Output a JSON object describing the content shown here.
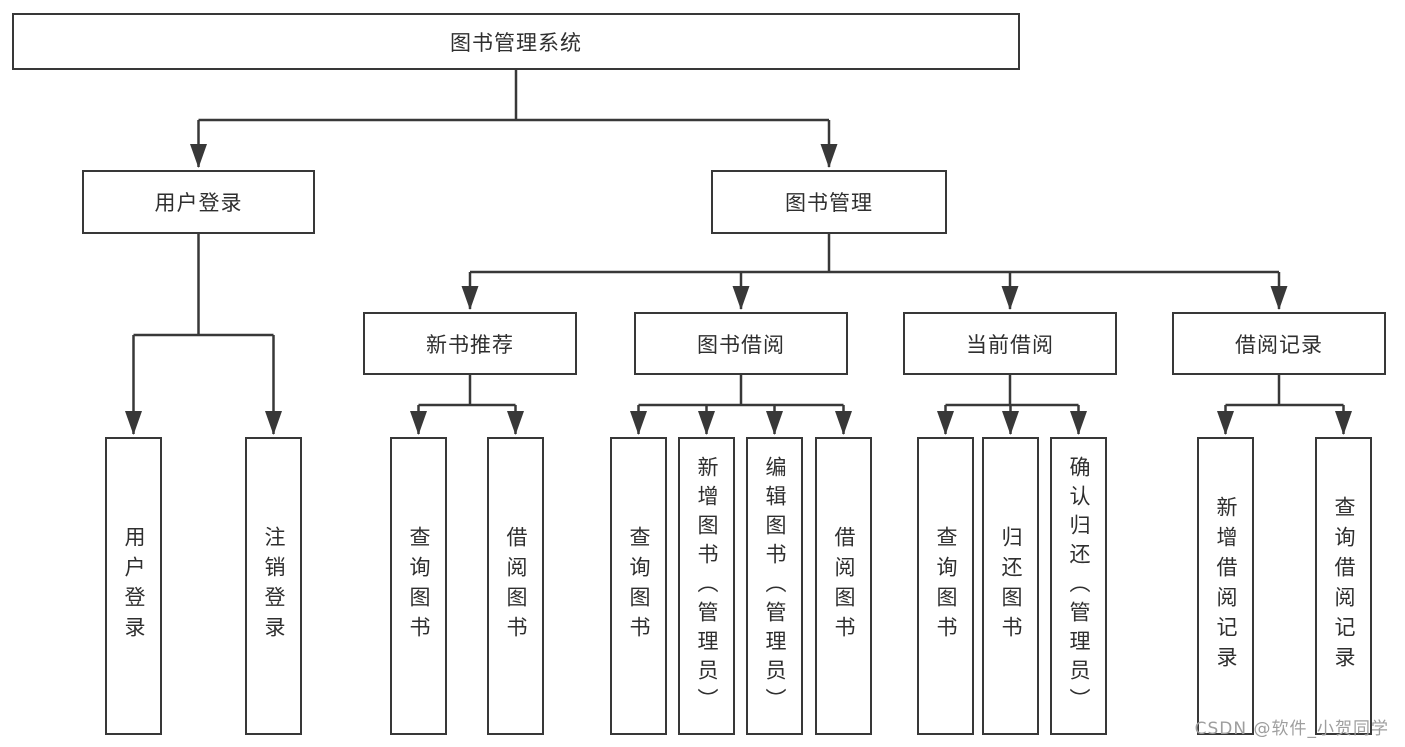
{
  "diagram": {
    "type": "hierarchy-tree",
    "colors": {
      "line": "#383838",
      "box_border": "#383838",
      "text": "#2f2f2f",
      "background": "#ffffff",
      "watermark": "#9e9e9e"
    },
    "watermark": "CSDN @软件_小贺同学",
    "nodes": {
      "root": {
        "label": "图书管理系统"
      },
      "user_login": {
        "label": "用户登录"
      },
      "book_mgmt": {
        "label": "图书管理"
      },
      "new_book_rec": {
        "label": "新书推荐"
      },
      "book_borrow": {
        "label": "图书借阅"
      },
      "current_borrow": {
        "label": "当前借阅"
      },
      "borrow_record": {
        "label": "借阅记录"
      },
      "leaf_user_login": {
        "label": "用户登录"
      },
      "leaf_logout": {
        "label": "注销登录"
      },
      "rec_query_book": {
        "label": "查询图书"
      },
      "rec_borrow_book": {
        "label": "借阅图书"
      },
      "bb_query_book": {
        "label": "查询图书"
      },
      "bb_add_book": {
        "label": "新增图书（管理员）"
      },
      "bb_edit_book": {
        "label": "编辑图书（管理员）"
      },
      "bb_borrow_book": {
        "label": "借阅图书"
      },
      "cb_query_book": {
        "label": "查询图书"
      },
      "cb_return_book": {
        "label": "归还图书"
      },
      "cb_confirm_return": {
        "label": "确认归还（管理员）"
      },
      "br_add_record": {
        "label": "新增借阅记录"
      },
      "br_query_record": {
        "label": "查询借阅记录"
      }
    },
    "edges": [
      [
        "root",
        "user_login"
      ],
      [
        "root",
        "book_mgmt"
      ],
      [
        "user_login",
        "leaf_user_login"
      ],
      [
        "user_login",
        "leaf_logout"
      ],
      [
        "book_mgmt",
        "new_book_rec"
      ],
      [
        "book_mgmt",
        "book_borrow"
      ],
      [
        "book_mgmt",
        "current_borrow"
      ],
      [
        "book_mgmt",
        "borrow_record"
      ],
      [
        "new_book_rec",
        "rec_query_book"
      ],
      [
        "new_book_rec",
        "rec_borrow_book"
      ],
      [
        "book_borrow",
        "bb_query_book"
      ],
      [
        "book_borrow",
        "bb_add_book"
      ],
      [
        "book_borrow",
        "bb_edit_book"
      ],
      [
        "book_borrow",
        "bb_borrow_book"
      ],
      [
        "current_borrow",
        "cb_query_book"
      ],
      [
        "current_borrow",
        "cb_return_book"
      ],
      [
        "current_borrow",
        "cb_confirm_return"
      ],
      [
        "borrow_record",
        "br_add_record"
      ],
      [
        "borrow_record",
        "br_query_record"
      ]
    ]
  }
}
